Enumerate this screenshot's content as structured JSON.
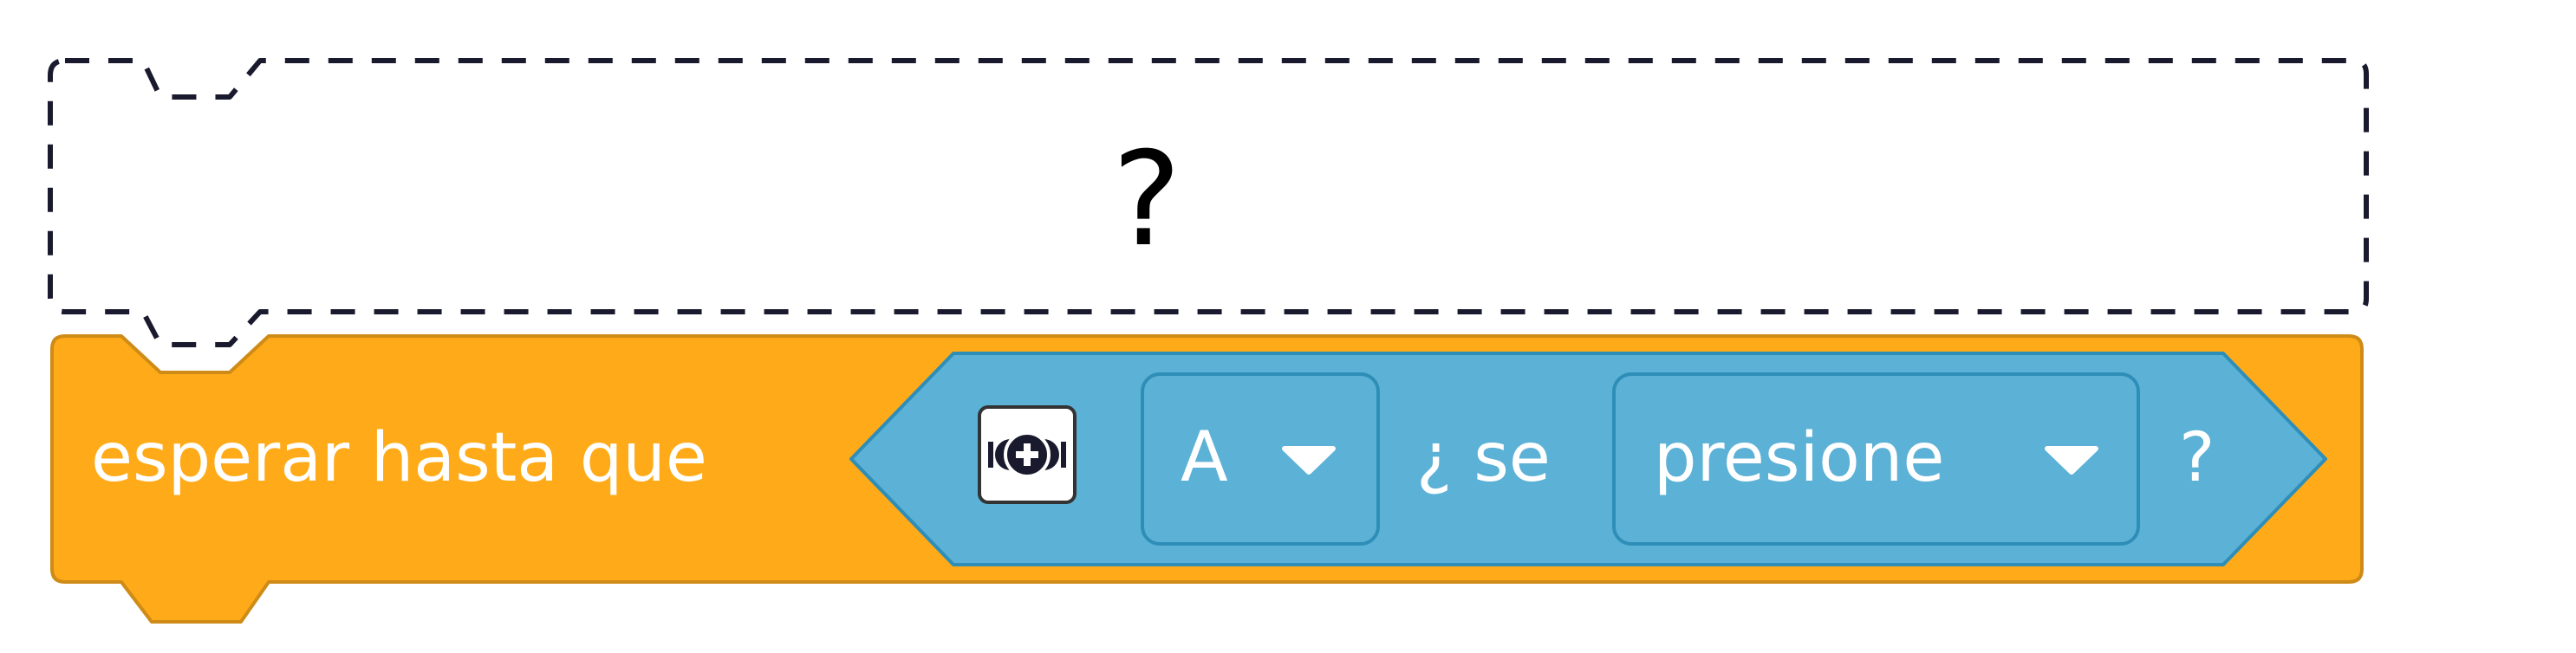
{
  "placeholder": {
    "symbol": "?"
  },
  "block": {
    "label": "esperar hasta que",
    "color": "#FFAB19",
    "border_color": "#CF8B17"
  },
  "condition": {
    "color": "#5CB1D6",
    "border_color": "#2E8EB8",
    "extension_icon": "controller-button-icon",
    "button_value": "A",
    "middle_text": "¿ se",
    "state_value": "presione",
    "end_text": "?"
  }
}
